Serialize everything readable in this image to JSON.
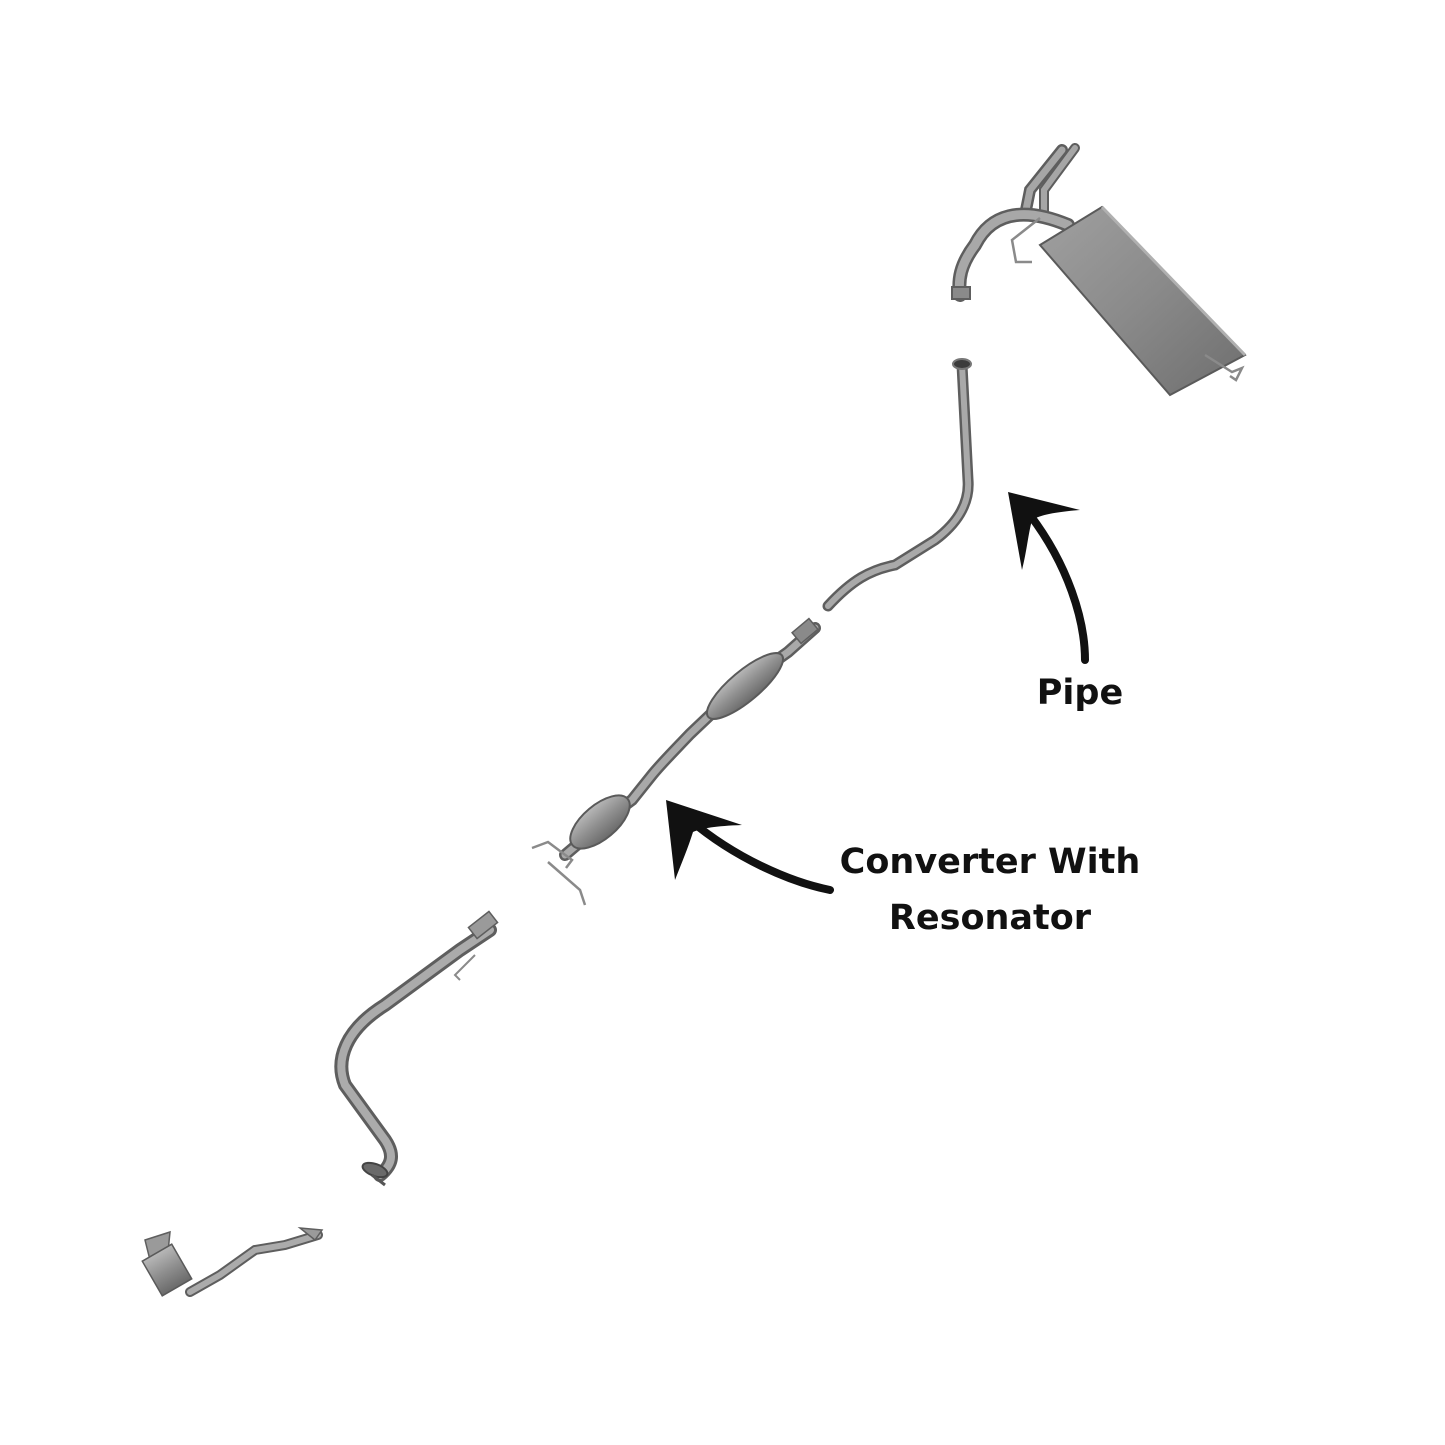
{
  "labels": {
    "pipe": "Pipe",
    "converter_line1": "Converter With",
    "converter_line2": "Resonator"
  },
  "colors": {
    "background": "#ffffff",
    "pipe_metal": "#8a8a8a",
    "pipe_dark": "#5e5e5e",
    "pipe_light": "#b4b4b4",
    "muffler_body": "#8c8c8c",
    "arrow": "#111111"
  },
  "icons": [
    "curved-arrow-icon",
    "curved-arrow-icon"
  ]
}
